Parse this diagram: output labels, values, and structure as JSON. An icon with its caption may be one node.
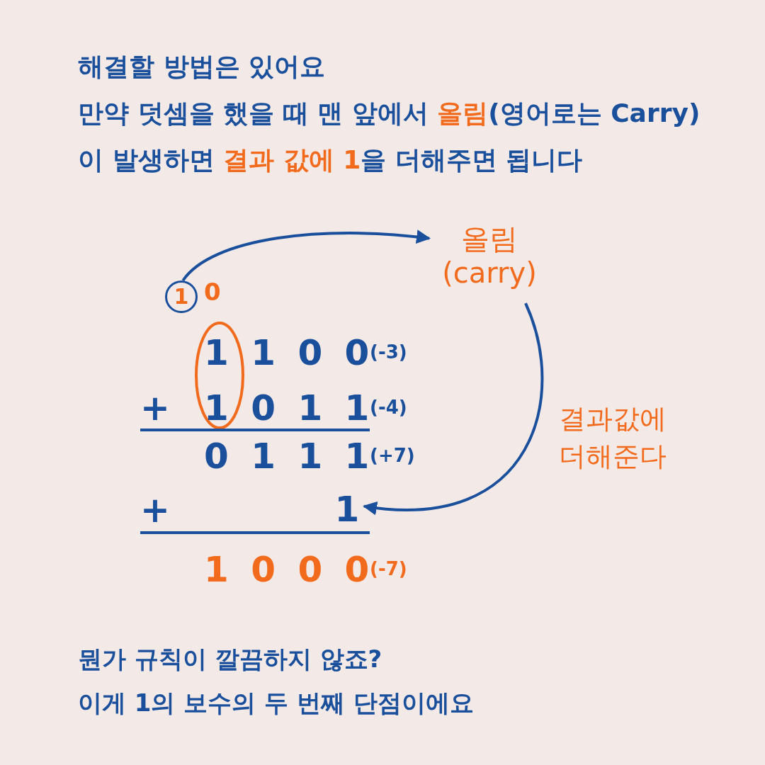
{
  "diagram": {
    "nodes": [
      {
        "text": [
          "1"
        ]
      },
      {
        "text": [
          "올림 (carry)"
        ]
      },
      {
        "text": [
          "1"
        ]
      }
    ],
    "edges": [
      {
        "from": 0,
        "to": 1,
        "arrow": "to"
      },
      {
        "from": 1,
        "to": 2,
        "arrow": "to",
        "label": "결과값에 더해준다"
      }
    ],
    "labels": [
      "해결할 방법은 있어요",
      "만약 덧셈을 했을 때 맨 앞에서 **올림**(영어로는 Carry)",
      "이 발생하면 **결과 값에 1**을 더해주면 됩니다",
      "0",
      "1 1 0 0",
      "(-3)",
      "+",
      "1 0 1 1",
      "(-4)",
      "0 1 1 1",
      "(+7)",
      "+",
      "1 0 0 0",
      "(-7)",
      "뭔가 규칙이 깔끔하지 않죠?",
      "이게 1의 보수의 두 번째 단점이에요"
    ]
  }
}
